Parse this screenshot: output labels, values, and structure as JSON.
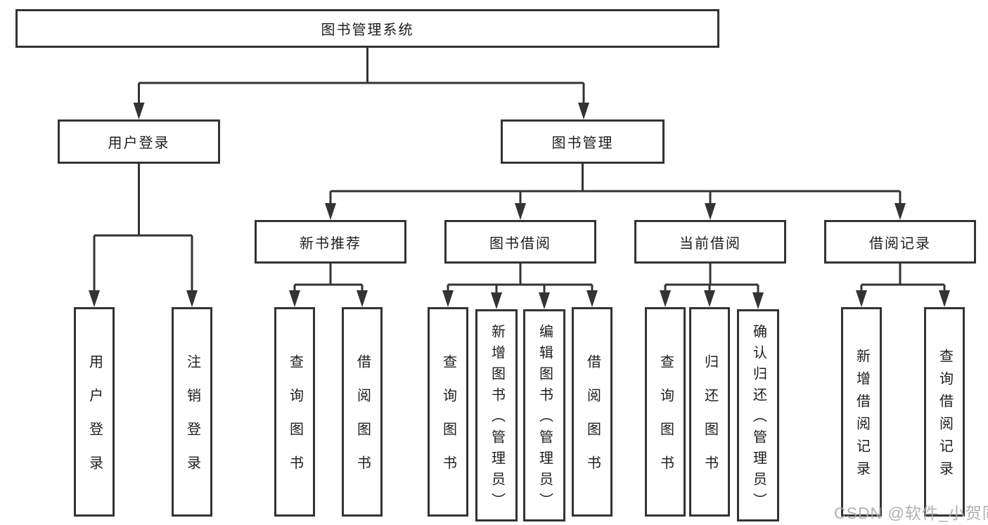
{
  "diagram": {
    "root": {
      "label": "图书管理系统"
    },
    "branches": [
      {
        "label": "用户登录",
        "children": [
          {
            "label": "用户登录"
          },
          {
            "label": "注销登录"
          }
        ]
      },
      {
        "label": "图书管理",
        "children": [
          {
            "label": "新书推荐",
            "children": [
              {
                "label": "查询图书"
              },
              {
                "label": "借阅图书"
              }
            ]
          },
          {
            "label": "图书借阅",
            "children": [
              {
                "label": "查询图书"
              },
              {
                "label": "新增图书（管理员）"
              },
              {
                "label": "编辑图书（管理员）"
              },
              {
                "label": "借阅图书"
              }
            ]
          },
          {
            "label": "当前借阅",
            "children": [
              {
                "label": "查询图书"
              },
              {
                "label": "归还图书"
              },
              {
                "label": "确认归还（管理员）"
              }
            ]
          },
          {
            "label": "借阅记录",
            "children": [
              {
                "label": "新增借阅记录"
              },
              {
                "label": "查询借阅记录"
              }
            ]
          }
        ]
      }
    ]
  },
  "watermark": {
    "text": "CSDN @软件_小贺同学"
  },
  "colors": {
    "line": "#333333",
    "text": "#1d1d1f",
    "box_background": "#ffffff",
    "page_background": "#ffffff",
    "watermark": "#a9abab"
  }
}
